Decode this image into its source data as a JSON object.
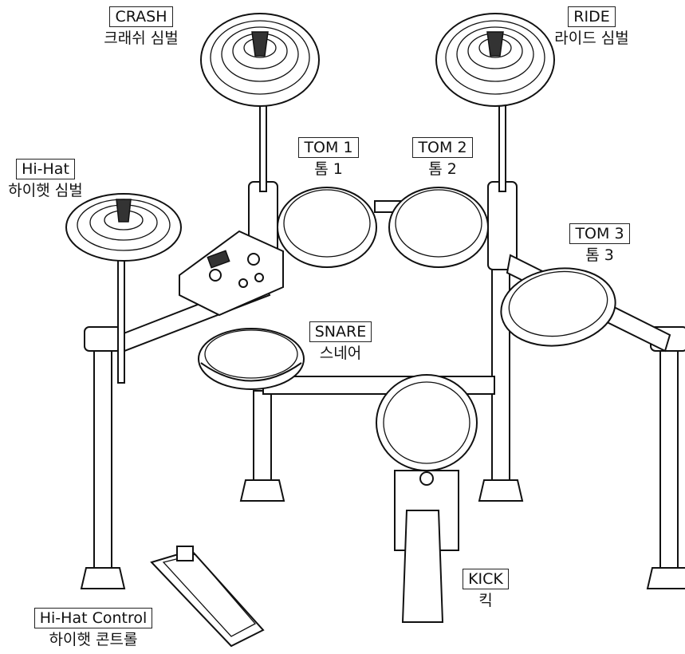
{
  "labels": {
    "crash": {
      "en": "CRASH",
      "ko": "크래쉬 심벌"
    },
    "ride": {
      "en": "RIDE",
      "ko": "라이드 심벌"
    },
    "tom1": {
      "en": "TOM 1",
      "ko": "톰 1"
    },
    "tom2": {
      "en": "TOM 2",
      "ko": "톰 2"
    },
    "tom3": {
      "en": "TOM 3",
      "ko": "톰 3"
    },
    "hihat": {
      "en": "Hi-Hat",
      "ko": "하이햇 심벌"
    },
    "snare": {
      "en": "SNARE",
      "ko": "스네어"
    },
    "kick": {
      "en": "KICK",
      "ko": "킥"
    },
    "hihat_control": {
      "en": "Hi-Hat Control",
      "ko": "하이햇 콘트롤"
    }
  }
}
